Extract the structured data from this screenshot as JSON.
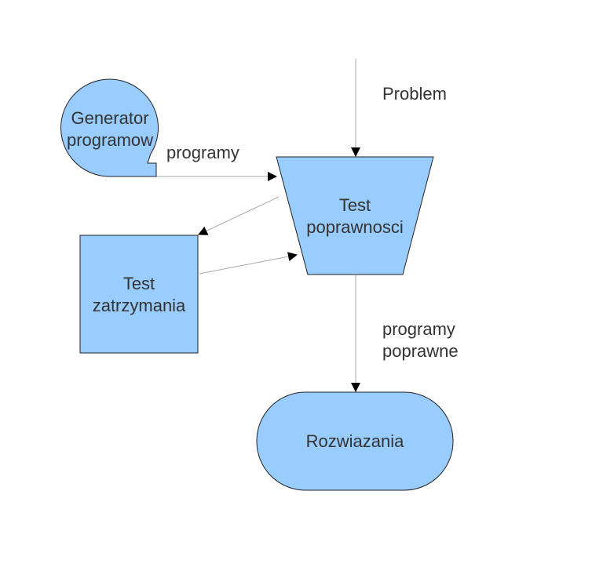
{
  "colors": {
    "node_fill": "#99ccff",
    "node_stroke": "#222222",
    "connector": "#aaaaaa",
    "arrowhead": "#000000",
    "text": "#333333",
    "background": "#ffffff"
  },
  "nodes": {
    "generator": {
      "line1": "Generator",
      "line2": "programow",
      "shape": "sequential-data"
    },
    "test_poprawnosci": {
      "line1": "Test",
      "line2": "poprawnosci",
      "shape": "trapezoid"
    },
    "test_zatrzymania": {
      "line1": "Test",
      "line2": "zatrzymania",
      "shape": "rectangle"
    },
    "rozwiazania": {
      "label": "Rozwiazania",
      "shape": "stadium"
    }
  },
  "edges": {
    "problem": {
      "label": "Problem"
    },
    "generator_to_test": {
      "label": "programy"
    },
    "test_to_zatrzymania": {
      "label": ""
    },
    "zatrzymania_to_test": {
      "label": ""
    },
    "test_to_rozwiazania": {
      "line1": "programy",
      "line2": "poprawne"
    }
  }
}
